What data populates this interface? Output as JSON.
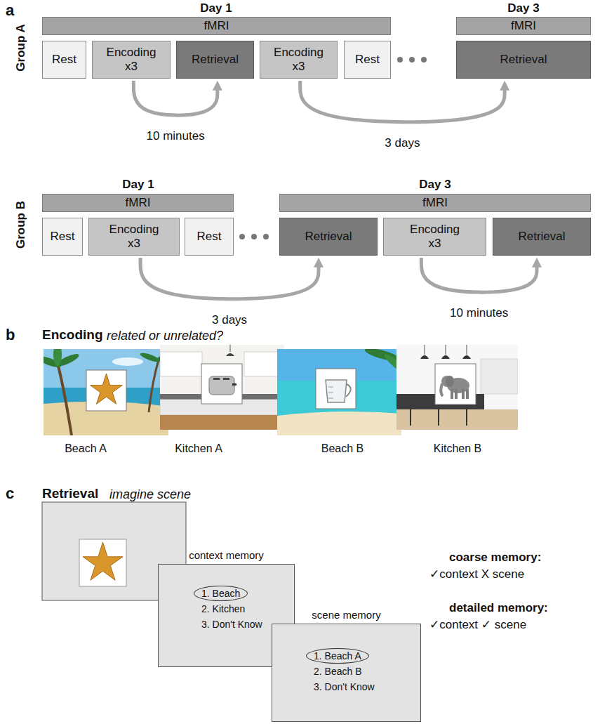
{
  "diagram": {
    "nodes": [
      {
        "text": [
          "fMRI"
        ]
      },
      {
        "text": [
          "fMRI"
        ]
      },
      {
        "text": [
          "Rest"
        ]
      },
      {
        "text": [
          "Encoding x3"
        ]
      },
      {
        "text": [
          "Retrieval"
        ]
      },
      {
        "text": [
          "Encoding x3"
        ]
      },
      {
        "text": [
          "Rest"
        ]
      },
      {
        "text": [
          "Retrieval"
        ]
      },
      {
        "text": [
          "fMRI"
        ]
      },
      {
        "text": [
          "fMRI"
        ]
      },
      {
        "text": [
          "Rest"
        ]
      },
      {
        "text": [
          "Encoding x3"
        ]
      },
      {
        "text": [
          "Rest"
        ]
      },
      {
        "text": [
          "Retrieval"
        ]
      },
      {
        "text": [
          "Encoding x3"
        ]
      },
      {
        "text": [
          "Retrieval"
        ]
      },
      {
        "text": [
          "context memory",
          "1. Beach",
          "2. Kitchen",
          "3. Don't Know"
        ]
      },
      {
        "text": [
          "scene memory",
          "1. Beach A",
          "2. Beach B",
          "3. Don't Know"
        ]
      }
    ],
    "edges": [
      {
        "from": 3,
        "to": 4,
        "arrow": "to",
        "label": "10 minutes"
      },
      {
        "from": 5,
        "to": 7,
        "arrow": "to",
        "label": "3 days"
      },
      {
        "from": 11,
        "to": 13,
        "arrow": "to",
        "label": "3 days"
      },
      {
        "from": 14,
        "to": 15,
        "arrow": "to",
        "label": "10 minutes"
      }
    ],
    "labels": [
      "a",
      "Day 1",
      "Day 3",
      "Group A",
      "Day 1",
      "Day 3",
      "Group B",
      "b",
      "Encoding",
      "related or unrelated?",
      "Beach A",
      "Kitchen A",
      "Beach B",
      "Kitchen B",
      "c",
      "Retrieval",
      "imagine scene",
      "coarse memory:",
      "✓context X scene",
      "detailed memory:",
      "✓context ✓ scene"
    ]
  }
}
